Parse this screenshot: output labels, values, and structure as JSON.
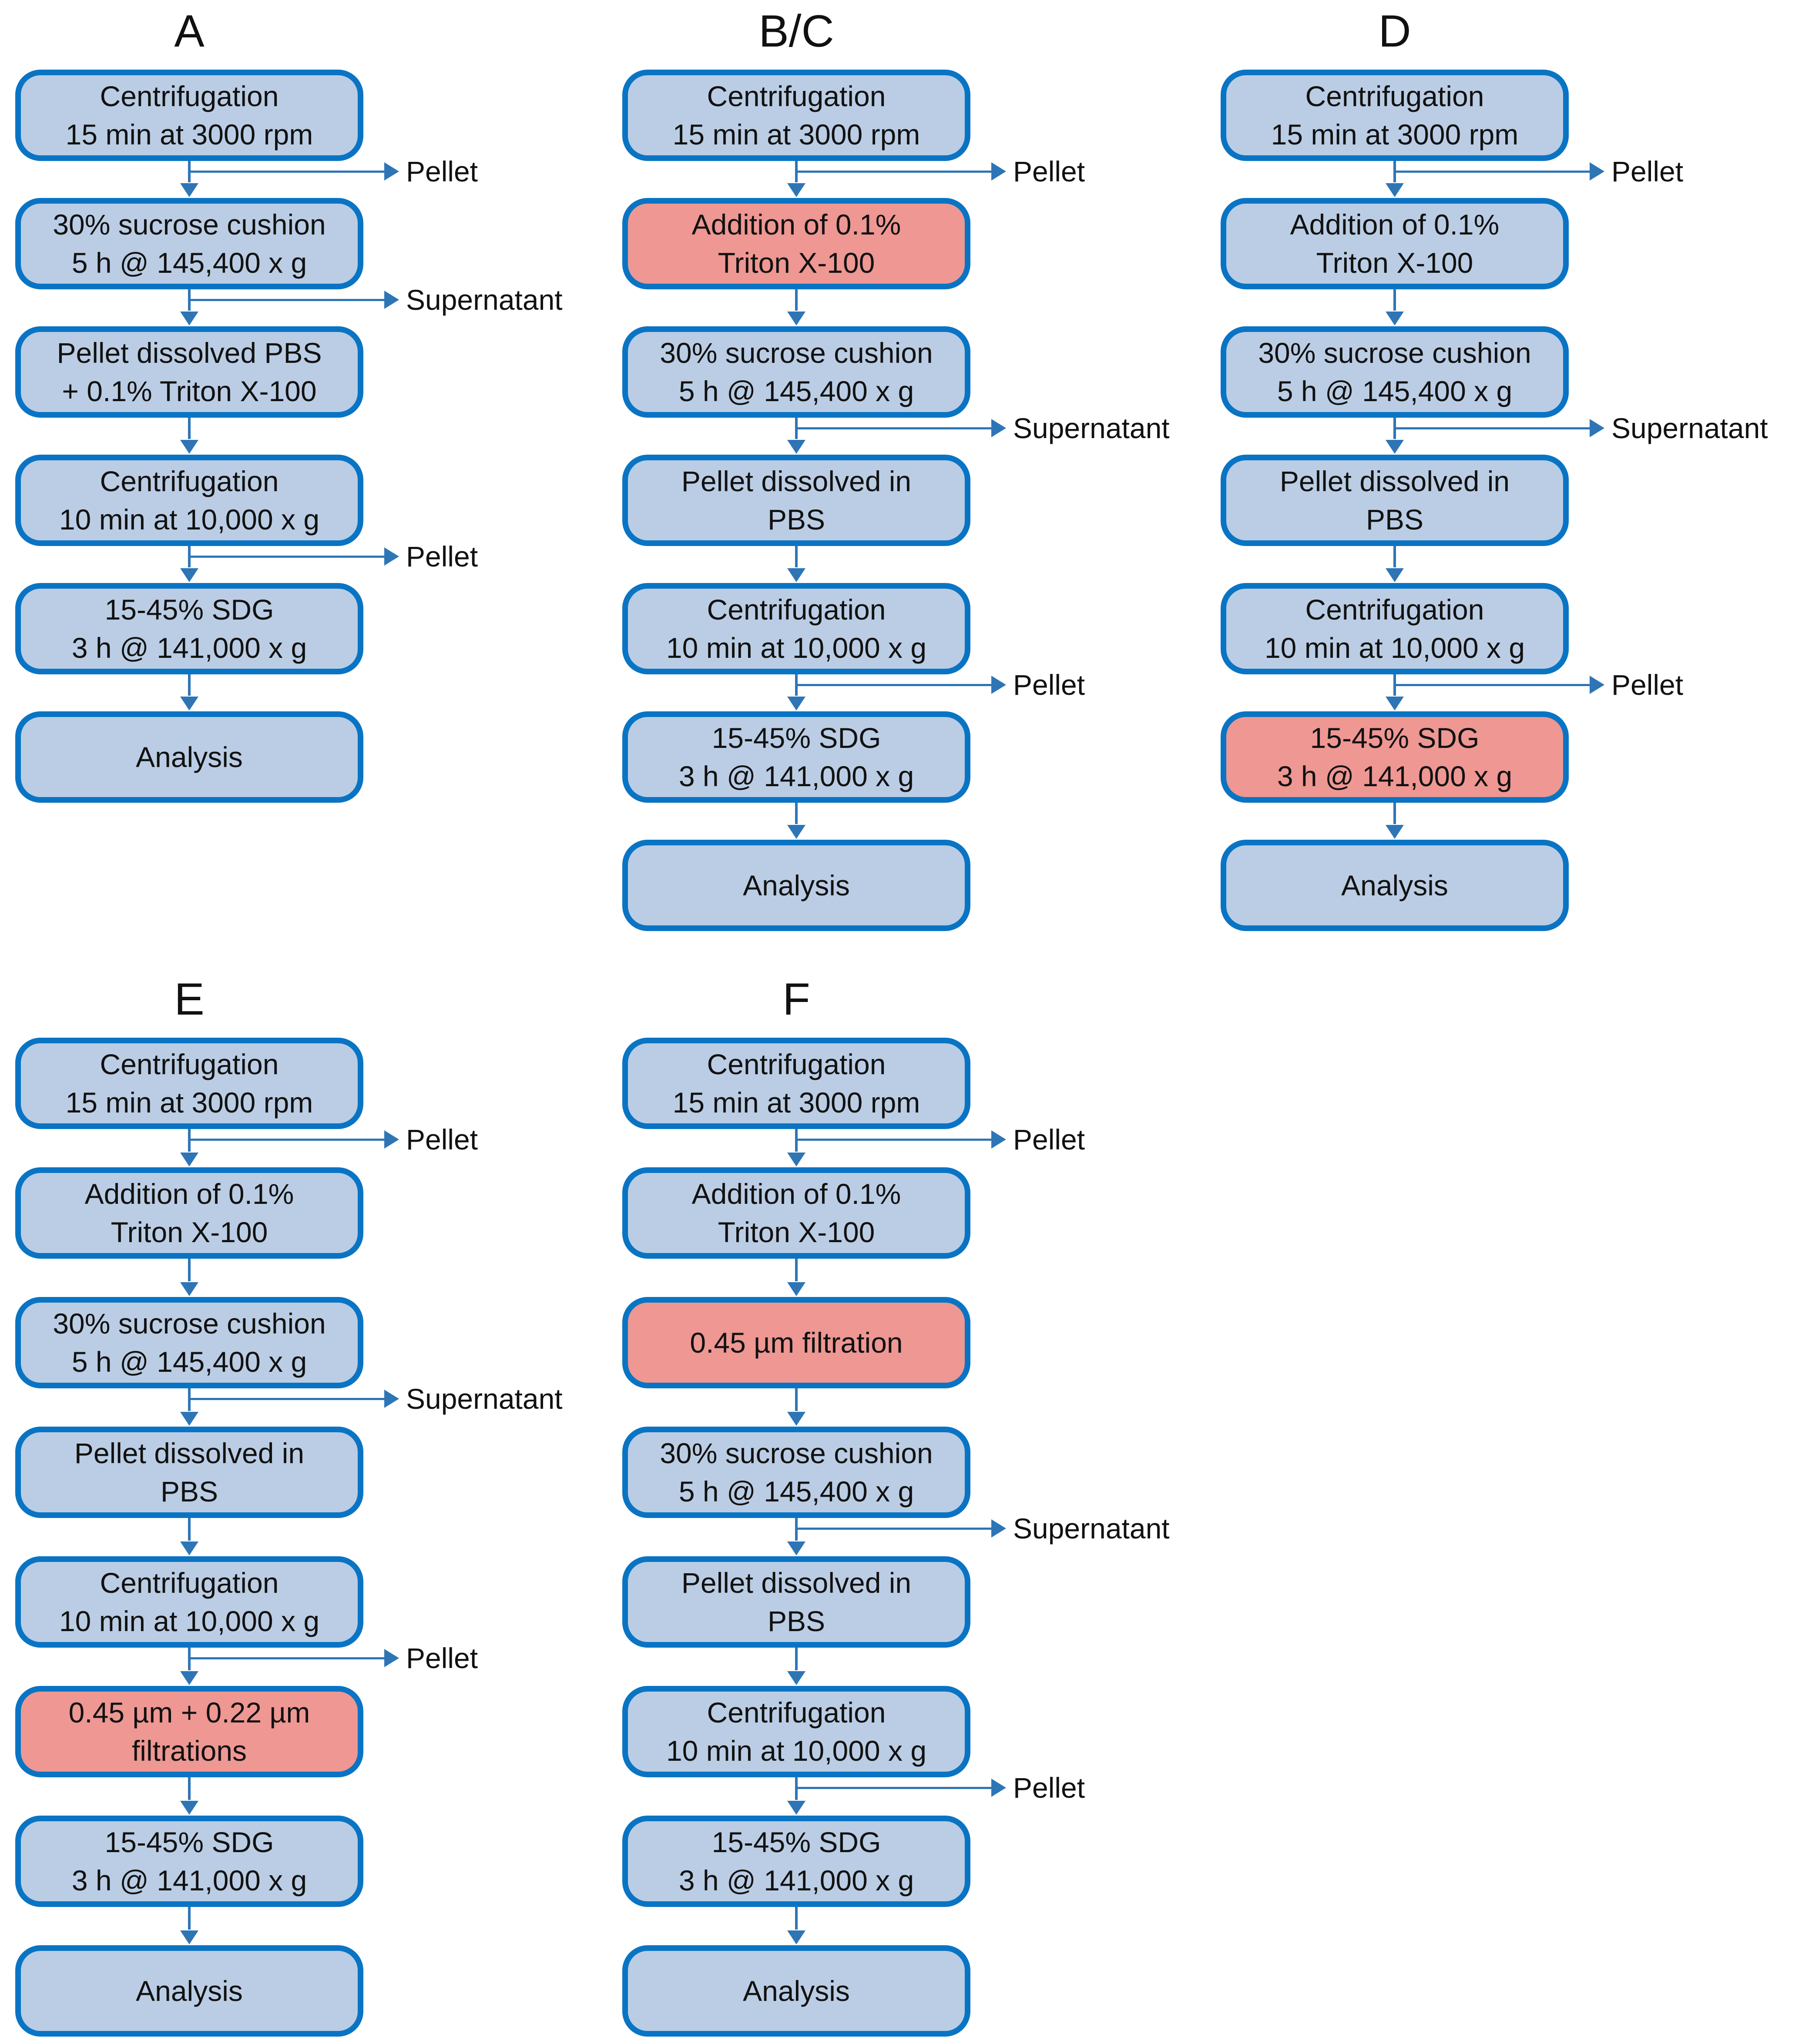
{
  "diagram": {
    "type": "flowchart",
    "description": "Extracellular vesicle / virus purification protocol variants",
    "background": "#ffffff",
    "palette": {
      "box_fill": "#bacde4",
      "box_fill_highlight": "#ee9793",
      "box_border": "#0a74c4",
      "arrow": "#2e75b6",
      "text": "#111111"
    },
    "columns": [
      {
        "title": "A",
        "column_index": 0,
        "row_index": 0,
        "steps": [
          {
            "lines": [
              "Centrifugation",
              "15 min at 3000 rpm"
            ],
            "highlight": false,
            "branch": "Pellet"
          },
          {
            "lines": [
              "30% sucrose cushion",
              "5 h @ 145,400 x g"
            ],
            "highlight": false,
            "branch": "Supernatant"
          },
          {
            "lines": [
              "Pellet dissolved PBS",
              "+ 0.1% Triton X-100"
            ],
            "highlight": false,
            "branch": null
          },
          {
            "lines": [
              "Centrifugation",
              "10 min at 10,000 x g"
            ],
            "highlight": false,
            "branch": "Pellet"
          },
          {
            "lines": [
              "15-45% SDG",
              "3 h @ 141,000 x g"
            ],
            "highlight": false,
            "branch": null
          },
          {
            "lines": [
              "Analysis"
            ],
            "highlight": false,
            "branch": null
          }
        ]
      },
      {
        "title": "B/C",
        "column_index": 1,
        "row_index": 0,
        "steps": [
          {
            "lines": [
              "Centrifugation",
              "15 min at 3000 rpm"
            ],
            "highlight": false,
            "branch": "Pellet"
          },
          {
            "lines": [
              "Addition of 0.1%",
              "Triton X-100"
            ],
            "highlight": true,
            "branch": null
          },
          {
            "lines": [
              "30% sucrose cushion",
              "5 h @ 145,400 x g"
            ],
            "highlight": false,
            "branch": "Supernatant"
          },
          {
            "lines": [
              "Pellet dissolved in",
              "PBS"
            ],
            "highlight": false,
            "branch": null
          },
          {
            "lines": [
              "Centrifugation",
              "10 min at 10,000 x g"
            ],
            "highlight": false,
            "branch": "Pellet"
          },
          {
            "lines": [
              "15-45% SDG",
              "3 h @ 141,000 x g"
            ],
            "highlight": false,
            "branch": null
          },
          {
            "lines": [
              "Analysis"
            ],
            "highlight": false,
            "branch": null
          }
        ]
      },
      {
        "title": "D",
        "column_index": 2,
        "row_index": 0,
        "steps": [
          {
            "lines": [
              "Centrifugation",
              "15 min at 3000 rpm"
            ],
            "highlight": false,
            "branch": "Pellet"
          },
          {
            "lines": [
              "Addition of 0.1%",
              "Triton X-100"
            ],
            "highlight": false,
            "branch": null
          },
          {
            "lines": [
              "30% sucrose cushion",
              "5 h @ 145,400 x g"
            ],
            "highlight": false,
            "branch": "Supernatant"
          },
          {
            "lines": [
              "Pellet dissolved in",
              "PBS"
            ],
            "highlight": false,
            "branch": null
          },
          {
            "lines": [
              "Centrifugation",
              "10 min at 10,000 x g"
            ],
            "highlight": false,
            "branch": "Pellet"
          },
          {
            "lines": [
              "15-45% SDG",
              "3 h @ 141,000 x g"
            ],
            "highlight": true,
            "branch": null
          },
          {
            "lines": [
              "Analysis"
            ],
            "highlight": false,
            "branch": null
          }
        ]
      },
      {
        "title": "E",
        "column_index": 0,
        "row_index": 1,
        "steps": [
          {
            "lines": [
              "Centrifugation",
              "15 min at 3000 rpm"
            ],
            "highlight": false,
            "branch": "Pellet"
          },
          {
            "lines": [
              "Addition of 0.1%",
              "Triton X-100"
            ],
            "highlight": false,
            "branch": null
          },
          {
            "lines": [
              "30% sucrose cushion",
              "5 h @ 145,400 x g"
            ],
            "highlight": false,
            "branch": "Supernatant"
          },
          {
            "lines": [
              "Pellet dissolved in",
              "PBS"
            ],
            "highlight": false,
            "branch": null
          },
          {
            "lines": [
              "Centrifugation",
              "10 min at 10,000 x g"
            ],
            "highlight": false,
            "branch": "Pellet"
          },
          {
            "lines": [
              "0.45 µm + 0.22 µm",
              "filtrations"
            ],
            "highlight": true,
            "branch": null
          },
          {
            "lines": [
              "15-45% SDG",
              "3 h @ 141,000 x g"
            ],
            "highlight": false,
            "branch": null
          },
          {
            "lines": [
              "Analysis"
            ],
            "highlight": false,
            "branch": null
          }
        ]
      },
      {
        "title": "F",
        "column_index": 1,
        "row_index": 1,
        "steps": [
          {
            "lines": [
              "Centrifugation",
              "15 min at 3000 rpm"
            ],
            "highlight": false,
            "branch": "Pellet"
          },
          {
            "lines": [
              "Addition of 0.1%",
              "Triton X-100"
            ],
            "highlight": false,
            "branch": null
          },
          {
            "lines": [
              "0.45 µm filtration"
            ],
            "highlight": true,
            "branch": null
          },
          {
            "lines": [
              "30% sucrose cushion",
              "5 h @ 145,400 x g"
            ],
            "highlight": false,
            "branch": "Supernatant"
          },
          {
            "lines": [
              "Pellet dissolved in",
              "PBS"
            ],
            "highlight": false,
            "branch": null
          },
          {
            "lines": [
              "Centrifugation",
              "10 min at 10,000 x g"
            ],
            "highlight": false,
            "branch": "Pellet"
          },
          {
            "lines": [
              "15-45% SDG",
              "3 h @ 141,000 x g"
            ],
            "highlight": false,
            "branch": null
          },
          {
            "lines": [
              "Analysis"
            ],
            "highlight": false,
            "branch": null
          }
        ]
      }
    ]
  }
}
